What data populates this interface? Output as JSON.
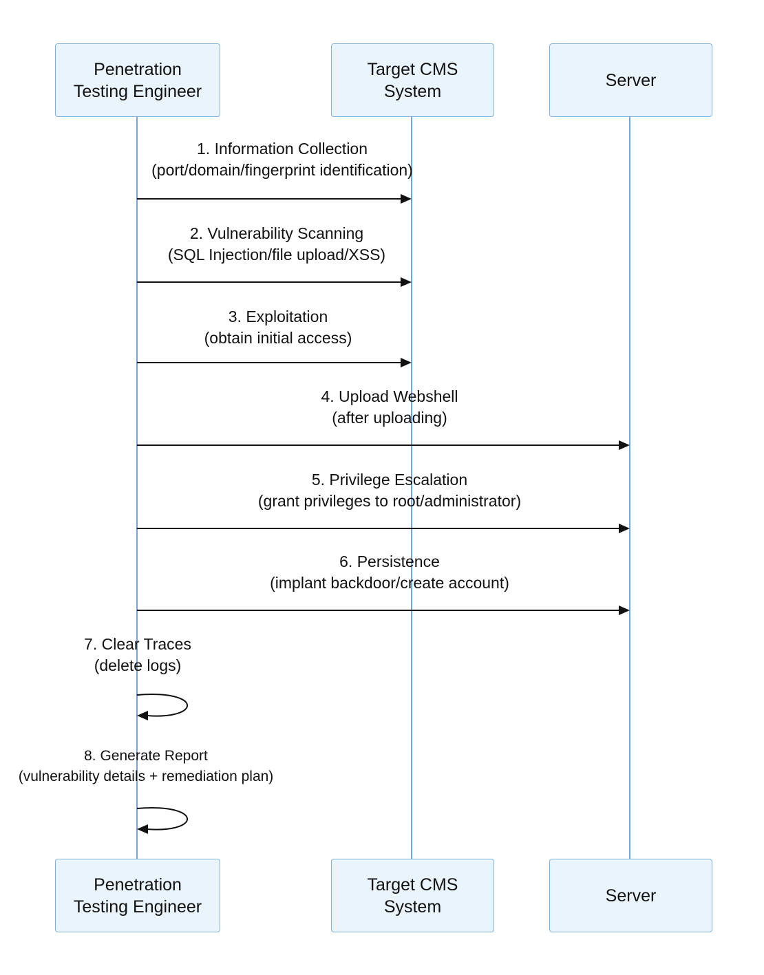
{
  "participants": [
    {
      "id": "engineer",
      "label": "Penetration Testing Engineer"
    },
    {
      "id": "cms",
      "label": "Target CMS System"
    },
    {
      "id": "server",
      "label": "Server"
    }
  ],
  "messages": [
    {
      "from": "engineer",
      "to": "cms",
      "title": "1. Information Collection",
      "detail": "(port/domain/fingerprint identification)"
    },
    {
      "from": "engineer",
      "to": "cms",
      "title": "2. Vulnerability Scanning",
      "detail": "(SQL Injection/file upload/XSS)"
    },
    {
      "from": "engineer",
      "to": "cms",
      "title": "3. Exploitation",
      "detail": "(obtain initial access)"
    },
    {
      "from": "engineer",
      "to": "server",
      "title": "4. Upload Webshell",
      "detail": "(after uploading)"
    },
    {
      "from": "engineer",
      "to": "server",
      "title": "5. Privilege Escalation",
      "detail": "(grant privileges to root/administrator)"
    },
    {
      "from": "engineer",
      "to": "server",
      "title": "6. Persistence",
      "detail": "(implant backdoor/create account)"
    },
    {
      "from": "engineer",
      "to": "engineer",
      "title": "7. Clear Traces",
      "detail": "(delete logs)"
    },
    {
      "from": "engineer",
      "to": "engineer",
      "title": "8. Generate Report",
      "detail": "(vulnerability details + remediation plan)"
    }
  ],
  "colors": {
    "lifeline": "#4a90d9",
    "box_fill": "#eaf4fc",
    "box_border": "#7fb3dc",
    "arrow": "#111111"
  }
}
